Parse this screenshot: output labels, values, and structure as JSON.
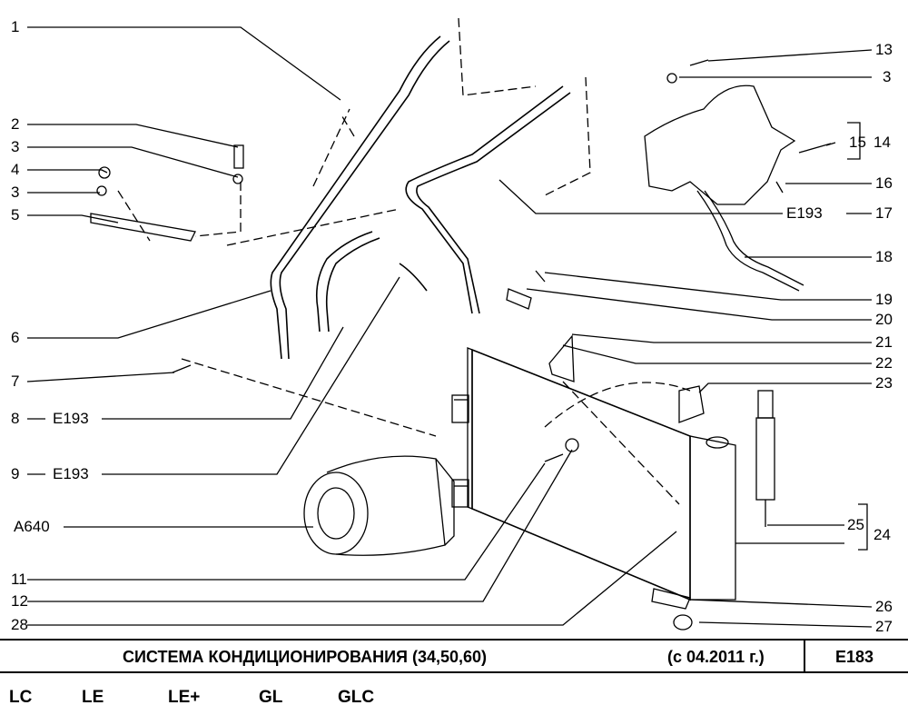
{
  "callouts_left": [
    {
      "id": "c1",
      "text": "1"
    },
    {
      "id": "c2",
      "text": "2"
    },
    {
      "id": "c3a",
      "text": "3"
    },
    {
      "id": "c4",
      "text": "4"
    },
    {
      "id": "c3b",
      "text": "3"
    },
    {
      "id": "c5",
      "text": "5"
    },
    {
      "id": "c6",
      "text": "6"
    },
    {
      "id": "c7",
      "text": "7"
    },
    {
      "id": "c8",
      "text": "8"
    },
    {
      "id": "c9",
      "text": "9"
    },
    {
      "id": "cA640",
      "text": "A640"
    },
    {
      "id": "c11",
      "text": "11"
    },
    {
      "id": "c12",
      "text": "12"
    },
    {
      "id": "c28",
      "text": "28"
    }
  ],
  "refs_left": [
    {
      "id": "r8",
      "text": "E193"
    },
    {
      "id": "r9",
      "text": "E193"
    }
  ],
  "callouts_right": [
    {
      "id": "c13",
      "text": "13"
    },
    {
      "id": "c3c",
      "text": "3"
    },
    {
      "id": "c15",
      "text": "15"
    },
    {
      "id": "c14",
      "text": "14"
    },
    {
      "id": "c16",
      "text": "16"
    },
    {
      "id": "c17ref",
      "text": "E193"
    },
    {
      "id": "c17",
      "text": "17"
    },
    {
      "id": "c18",
      "text": "18"
    },
    {
      "id": "c19",
      "text": "19"
    },
    {
      "id": "c20",
      "text": "20"
    },
    {
      "id": "c21",
      "text": "21"
    },
    {
      "id": "c22",
      "text": "22"
    },
    {
      "id": "c23",
      "text": "23"
    },
    {
      "id": "c25",
      "text": "25"
    },
    {
      "id": "c24",
      "text": "24"
    },
    {
      "id": "c26",
      "text": "26"
    },
    {
      "id": "c27",
      "text": "27"
    }
  ],
  "title_bar": {
    "title": "СИСТЕМА  КОНДИЦИОНИРОВАНИЯ  (34,50,60)",
    "date": "(с 04.2011 г.)",
    "code": "E183"
  },
  "trim_levels": [
    "LC",
    "LE",
    "LE+",
    "GL",
    "GLC"
  ]
}
